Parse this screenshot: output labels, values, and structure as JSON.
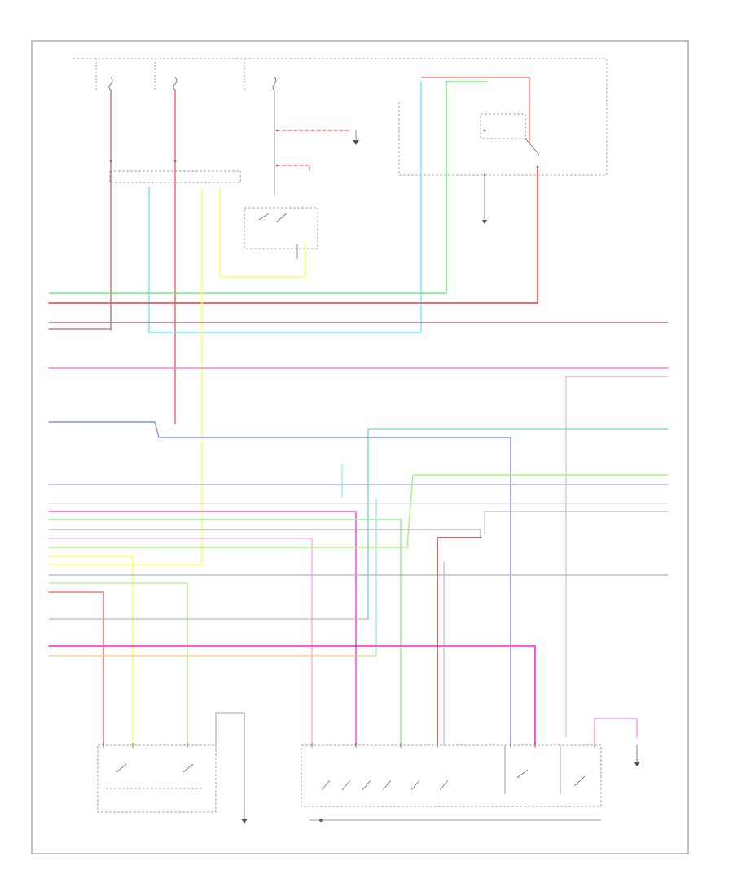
{
  "diagram": {
    "title": "",
    "figure_code": "",
    "palette": {
      "red": "#ff6f6f",
      "pink": "#ff7fd6",
      "magenta": "#ff3fd8",
      "yellow": "#ffff60",
      "green": "#6ff06f",
      "lightgreen": "#a8f07a",
      "cyan": "#6fe9f5",
      "blue": "#7f8fe8",
      "brown": "#a97070",
      "gray": "#a8a8a8",
      "darkred": "#b03a3a",
      "peach": "#f5c88a"
    },
    "components": [
      {
        "id": "top-fuse-area",
        "label": ""
      },
      {
        "id": "power-distribution-box",
        "label": ""
      },
      {
        "id": "transmission-relay",
        "label": ""
      },
      {
        "id": "transmission-control-switch",
        "label": ""
      },
      {
        "id": "transmission-range-switch",
        "label": ""
      },
      {
        "id": "ground-left",
        "label": ""
      },
      {
        "id": "ground-right",
        "label": ""
      }
    ]
  }
}
